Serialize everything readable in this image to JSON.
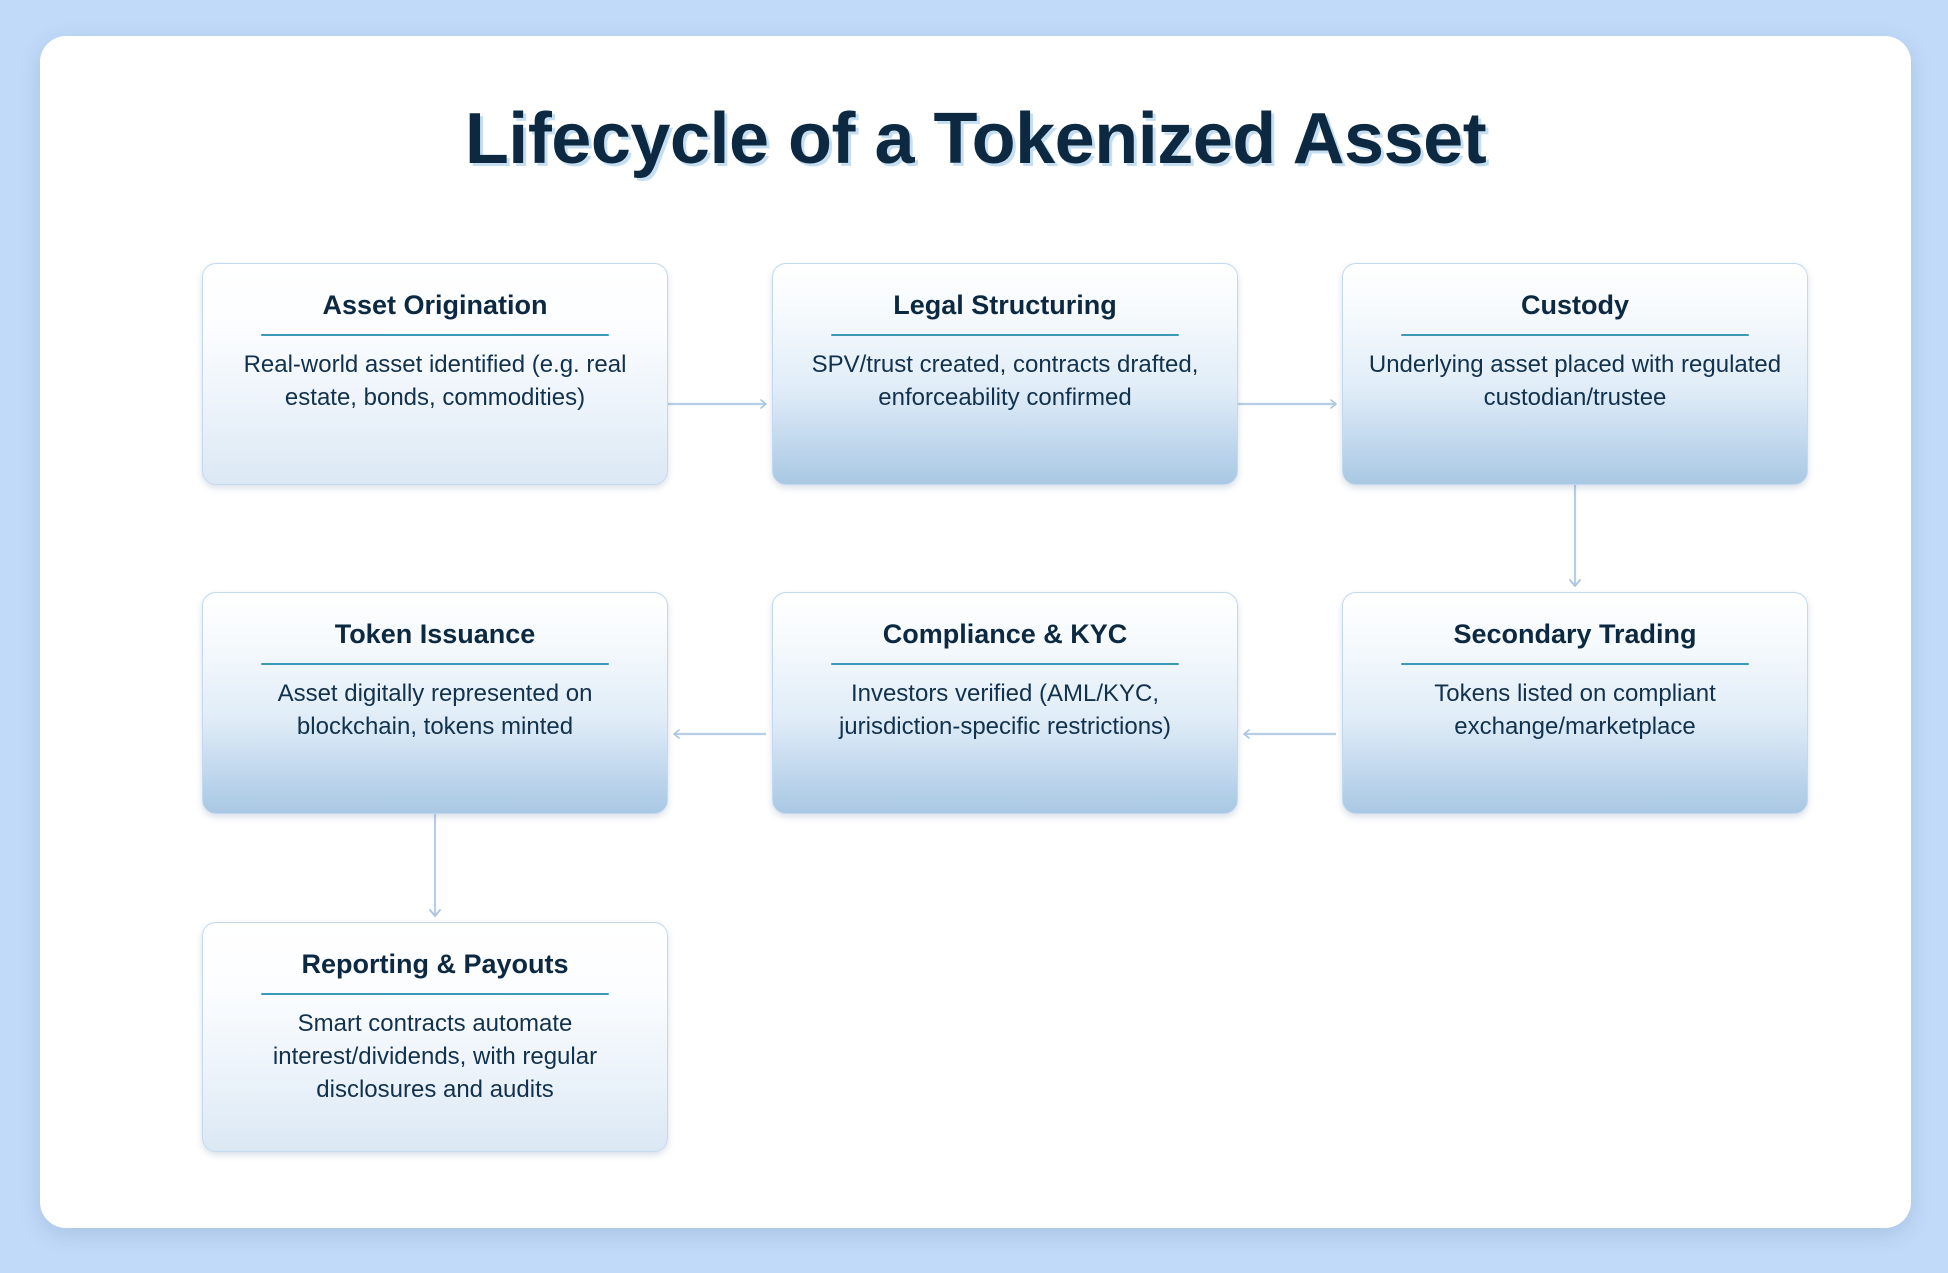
{
  "page": {
    "title": "Lifecycle of a Tokenized Asset",
    "background_color": "#c2daf9",
    "card_color": "#ffffff",
    "title_color": "#0d2941",
    "accent_color": "#3c9ab6",
    "connector_color": "#b7cfe6"
  },
  "chart_data": {
    "type": "diagram",
    "title": "Lifecycle of a Tokenized Asset",
    "layout": "flowchart, 3-column snake (left-to-right, then right-to-left, then down)",
    "nodes": [
      {
        "id": "asset-origination",
        "title": "Asset Origination",
        "desc": "Real-world asset identified (e.g. real estate, bonds, commodities)",
        "row": 1,
        "col": 1
      },
      {
        "id": "legal-structuring",
        "title": "Legal Structuring",
        "desc": "SPV/trust created, contracts drafted, enforceability confirmed",
        "row": 1,
        "col": 2
      },
      {
        "id": "custody",
        "title": "Custody",
        "desc": "Underlying asset placed with regulated custodian/trustee",
        "row": 1,
        "col": 3
      },
      {
        "id": "token-issuance",
        "title": "Token Issuance",
        "desc": "Asset digitally represented on blockchain, tokens minted",
        "row": 2,
        "col": 1
      },
      {
        "id": "compliance-kyc",
        "title": "Compliance & KYC",
        "desc": "Investors verified (AML/KYC, jurisdiction-specific restrictions)",
        "row": 2,
        "col": 2
      },
      {
        "id": "secondary-trading",
        "title": "Secondary Trading",
        "desc": "Tokens listed on compliant exchange/marketplace",
        "row": 2,
        "col": 3
      },
      {
        "id": "reporting-payouts",
        "title": "Reporting & Payouts",
        "desc": "Smart contracts automate interest/dividends, with regular disclosures and audits",
        "row": 3,
        "col": 1
      }
    ],
    "edges": [
      {
        "from": "asset-origination",
        "to": "legal-structuring",
        "direction": "right"
      },
      {
        "from": "legal-structuring",
        "to": "custody",
        "direction": "right"
      },
      {
        "from": "custody",
        "to": "secondary-trading",
        "direction": "down"
      },
      {
        "from": "secondary-trading",
        "to": "compliance-kyc",
        "direction": "left"
      },
      {
        "from": "compliance-kyc",
        "to": "token-issuance",
        "direction": "left"
      },
      {
        "from": "token-issuance",
        "to": "reporting-payouts",
        "direction": "down"
      }
    ]
  }
}
